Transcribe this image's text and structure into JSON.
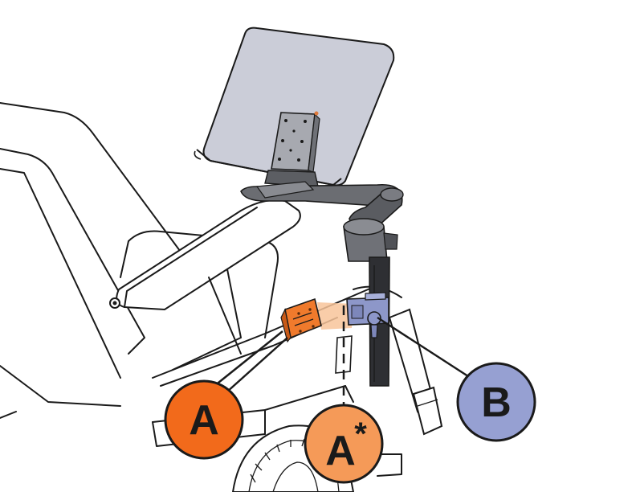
{
  "callouts": {
    "a": {
      "label": "A",
      "color": "#f26a1b"
    },
    "a_star": {
      "letter": "A",
      "star": "*",
      "color": "#f59a58"
    },
    "b": {
      "label": "B",
      "color": "#96a0d2"
    }
  },
  "colors": {
    "outline": "#1a1a1a",
    "tray": "#b9bccb",
    "arm": "#6b6d72",
    "pole": "#2e2f33",
    "plate_orange": "#f07a2c",
    "clamp_blue": "#8d97c9"
  }
}
